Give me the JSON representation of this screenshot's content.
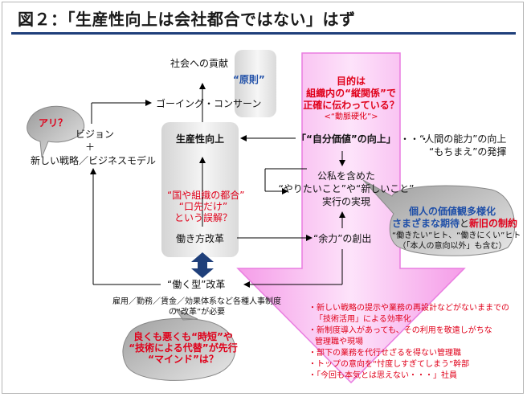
{
  "title": "図２：「生産性向上は会社都合ではない」はず",
  "colors": {
    "accent": "#e0001a",
    "blue": "#1f4fa8",
    "pink": "#f7b8f0",
    "navy": "#1f3f7a"
  },
  "nodes": {
    "social_contribution": "社会への貢献",
    "principle": "“原則”",
    "going_concern": "ゴーイング・コンサーン",
    "productivity": "生産性向上",
    "ari": "アリ？",
    "vision": "ビジョン",
    "plus": "＋",
    "strategy": "新しい戦略／ビジネスモデル",
    "misunderstanding": [
      "“国や組織の都合”",
      "“口先だけ”",
      "という誤解？"
    ],
    "work_reform": "働き方改革",
    "work_style_reform": "“働く型”改革",
    "hr_reform": [
      "雇用／勤務／賃金／効果体系など各種人事制度",
      "の“改革”が必要"
    ],
    "mind_question": [
      "良くも悪くも“時短”や",
      "“技術による代替”が先行",
      "“マインド”は？"
    ],
    "purpose": [
      "目的は",
      "組織内の“縦関係”で",
      "正確に伝わっている？",
      "<“動脈硬化”>"
    ],
    "self_value": "「“自分価値”の向上」",
    "dots": "・・・",
    "human_ability": "“人間の能力”の向上",
    "mochimae": "“もちまえ”の発揮",
    "public_private": [
      "公私を含めた",
      "“やりたいこと”や“新しいこと”",
      "実行の実現"
    ],
    "margin": "“余力”の創出",
    "diversity": [
      "個人の価値観多様化",
      "さまざまな期待",
      "と",
      "新旧の制約"
    ],
    "diversity_note": [
      "“働きたい”ヒト、“働きにくい”ヒト",
      "（「本人の意向以外」も含む）"
    ],
    "issues": [
      "・新しい戦略の提示や業務の再設計などがないままでの",
      "「技術活用」による効率化",
      "・新制度導入があっても、その利用を敬遠しがちな",
      "管理職や現場",
      "・部下の業務を代行せざるを得ない管理職",
      "・トップの意向を“忖度しすぎてしまう”幹部",
      "・「今回も本気とは思えない・・・」社員"
    ]
  }
}
